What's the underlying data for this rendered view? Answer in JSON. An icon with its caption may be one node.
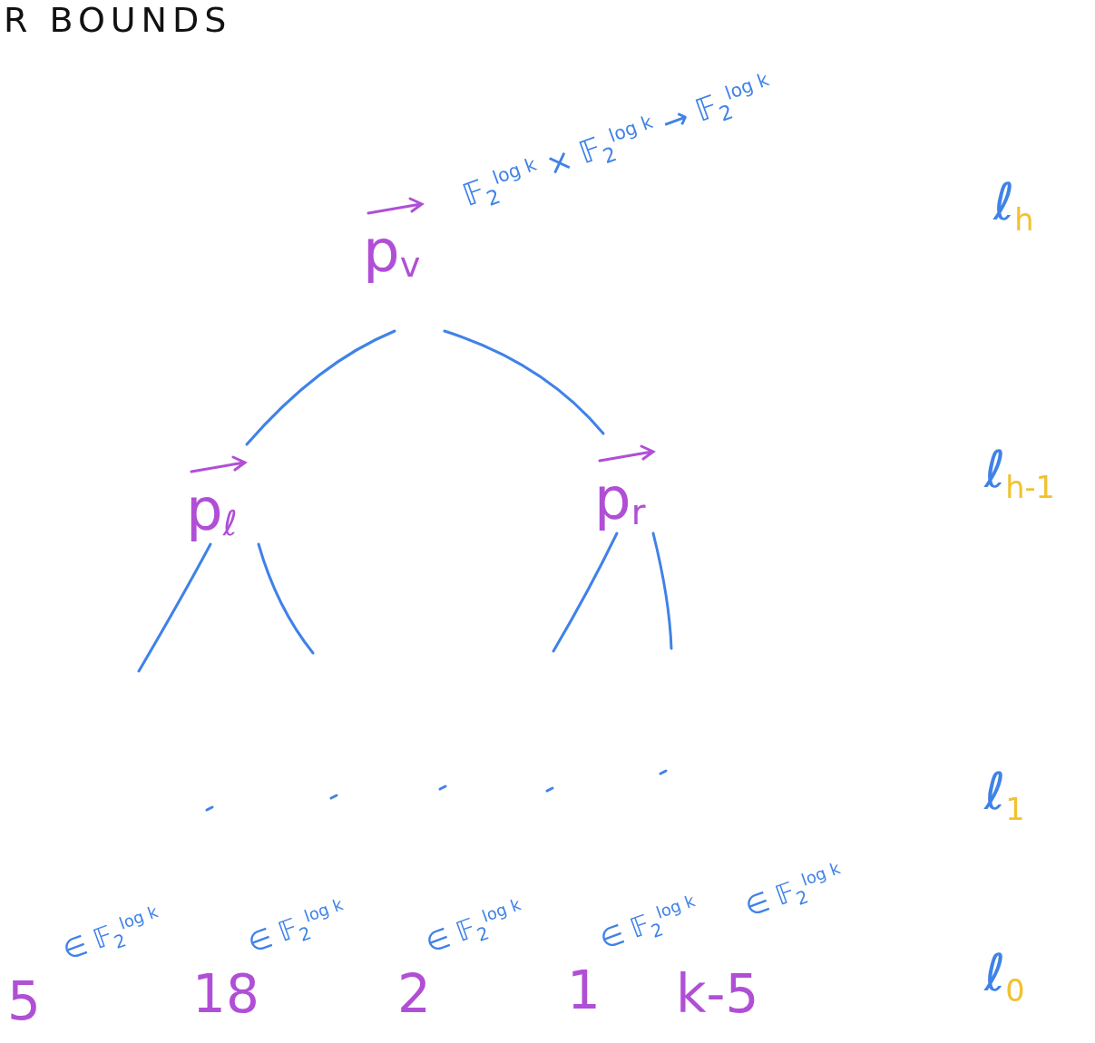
{
  "diagram": {
    "title": "R BOUNDS",
    "nodes": [
      {
        "text": [
          "p$_{v}$"
        ],
        "beside": [
          "𝔽$_{2}$$^{log k}$ × 𝔽$_{2}$$^{log k}$ → 𝔽$_{2}$$^{log k}$"
        ]
      },
      {
        "text": [
          "p$_{ℓ}$"
        ]
      },
      {
        "text": [
          "p$_{r}$"
        ]
      },
      {
        "text": [
          "5"
        ],
        "beside": [
          "∈ 𝔽$_{2}$$^{log k}$"
        ]
      },
      {
        "text": [
          "18"
        ],
        "beside": [
          "∈ 𝔽$_{2}$$^{log k}$"
        ]
      },
      {
        "text": [
          "2"
        ],
        "beside": [
          "∈ 𝔽$_{2}$$^{log k}$"
        ]
      },
      {
        "text": [
          "1"
        ],
        "beside": [
          "∈ 𝔽$_{2}$$^{log k}$"
        ]
      },
      {
        "text": [
          "k-5"
        ],
        "beside": [
          "∈ 𝔽$_{2}$$^{log k}$"
        ]
      }
    ],
    "edges": [
      {
        "from": 0,
        "to": 1,
        "arrow": "none"
      },
      {
        "from": 0,
        "to": 2,
        "arrow": "none"
      },
      {
        "from": 1,
        "to": null,
        "arrow": "none"
      },
      {
        "from": 1,
        "to": null,
        "arrow": "none"
      },
      {
        "from": 2,
        "to": null,
        "arrow": "none"
      },
      {
        "from": 2,
        "to": null,
        "arrow": "none"
      }
    ],
    "labels": [
      "ℓ$_{h}$",
      "ℓ$_{h-1}$",
      "ℓ$_{1}$",
      "ℓ$_{0}$"
    ]
  }
}
